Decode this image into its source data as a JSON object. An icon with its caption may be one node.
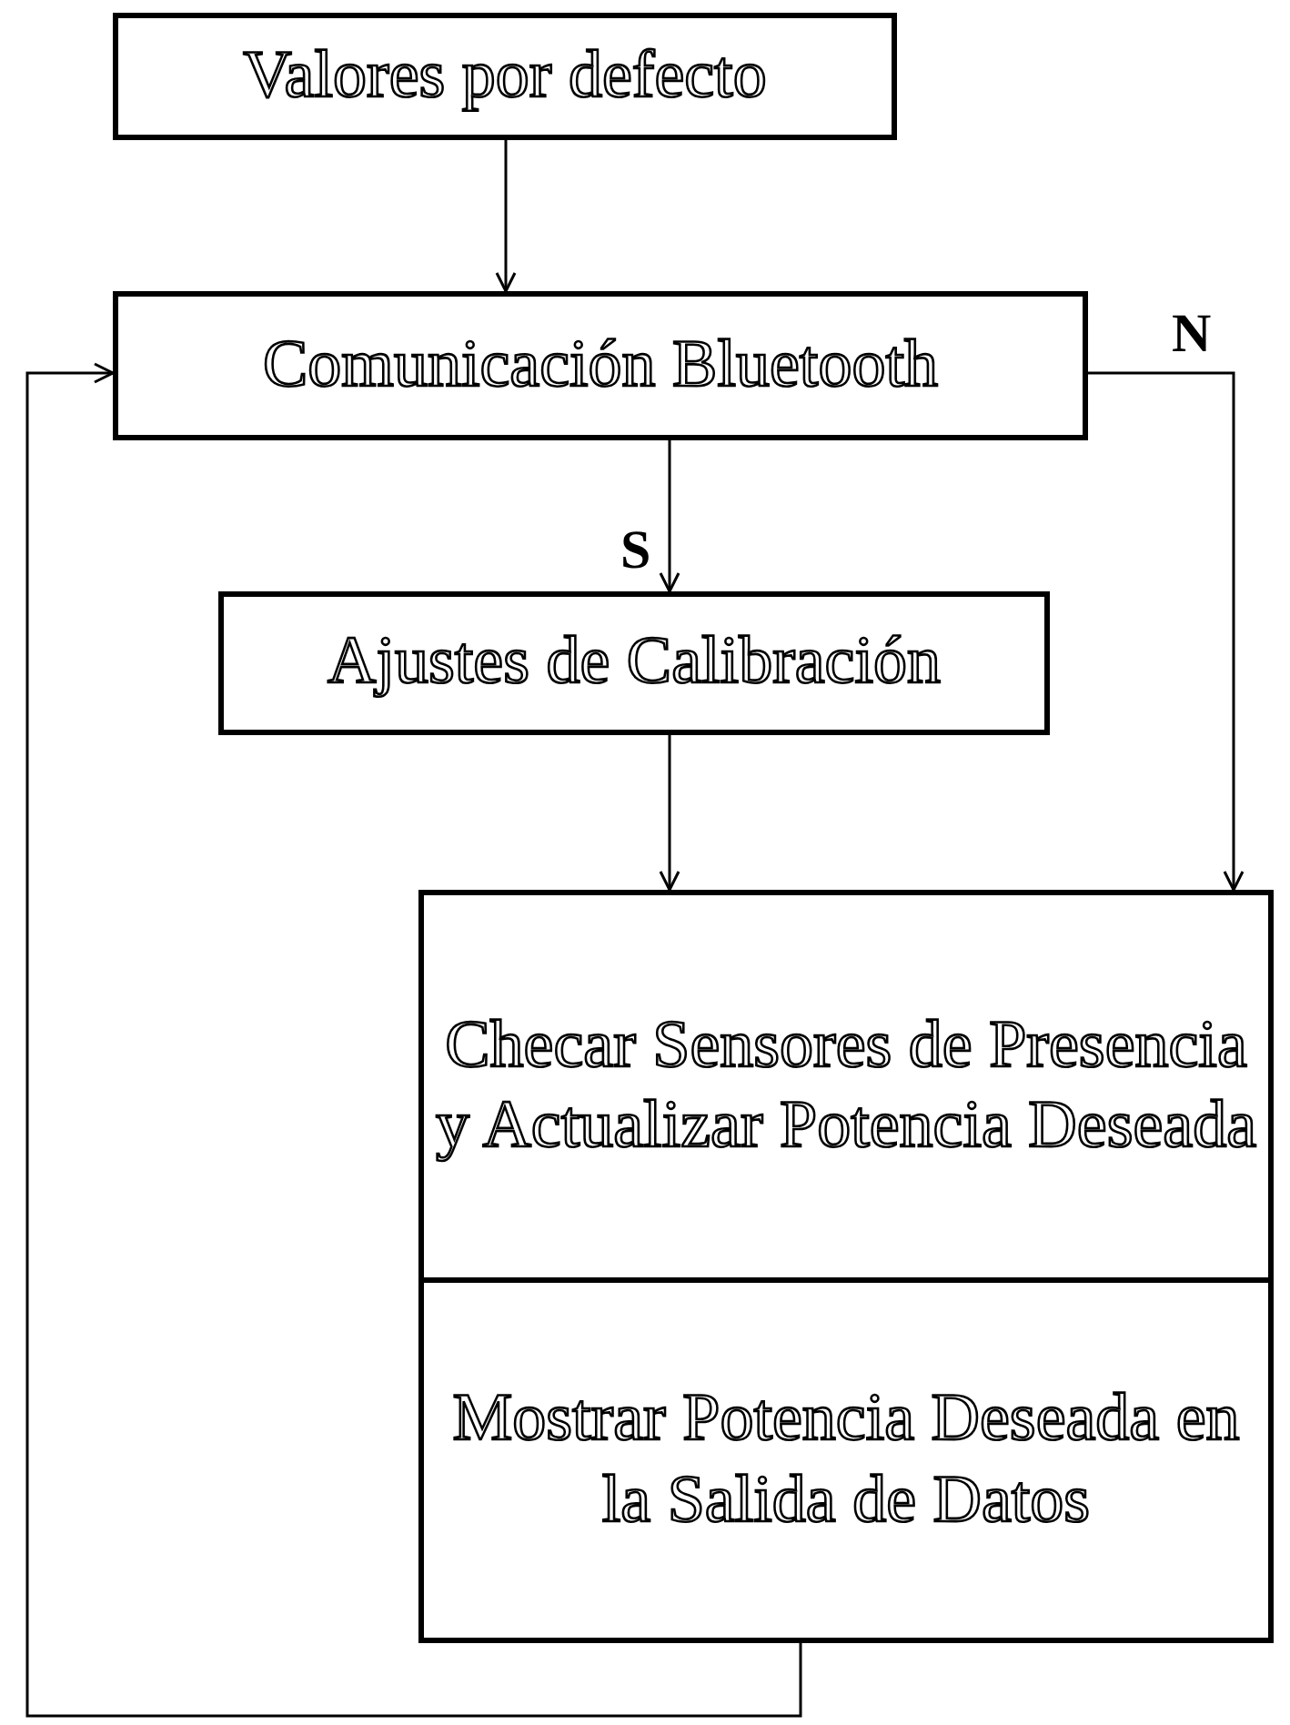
{
  "diagram": {
    "nodes": [
      {
        "text": [
          "Valores por defecto"
        ]
      },
      {
        "text": [
          "Comunicación Bluetooth"
        ]
      },
      {
        "text": [
          "Ajustes de Calibración"
        ]
      },
      {
        "text": [
          "Checar Sensores de Presencia y Actualizar Potencia Deseada"
        ]
      },
      {
        "text": [
          "Mostrar Potencia Deseada en la Salida de Datos"
        ]
      }
    ],
    "edges": [
      {
        "from": 0,
        "to": 1,
        "arrow": "to"
      },
      {
        "from": 1,
        "to": 2,
        "arrow": "to",
        "label": "S"
      },
      {
        "from": 1,
        "to": 3,
        "arrow": "to",
        "label": "N"
      },
      {
        "from": 2,
        "to": 3,
        "arrow": "to"
      },
      {
        "from": 4,
        "to": 1,
        "arrow": "to"
      }
    ]
  }
}
